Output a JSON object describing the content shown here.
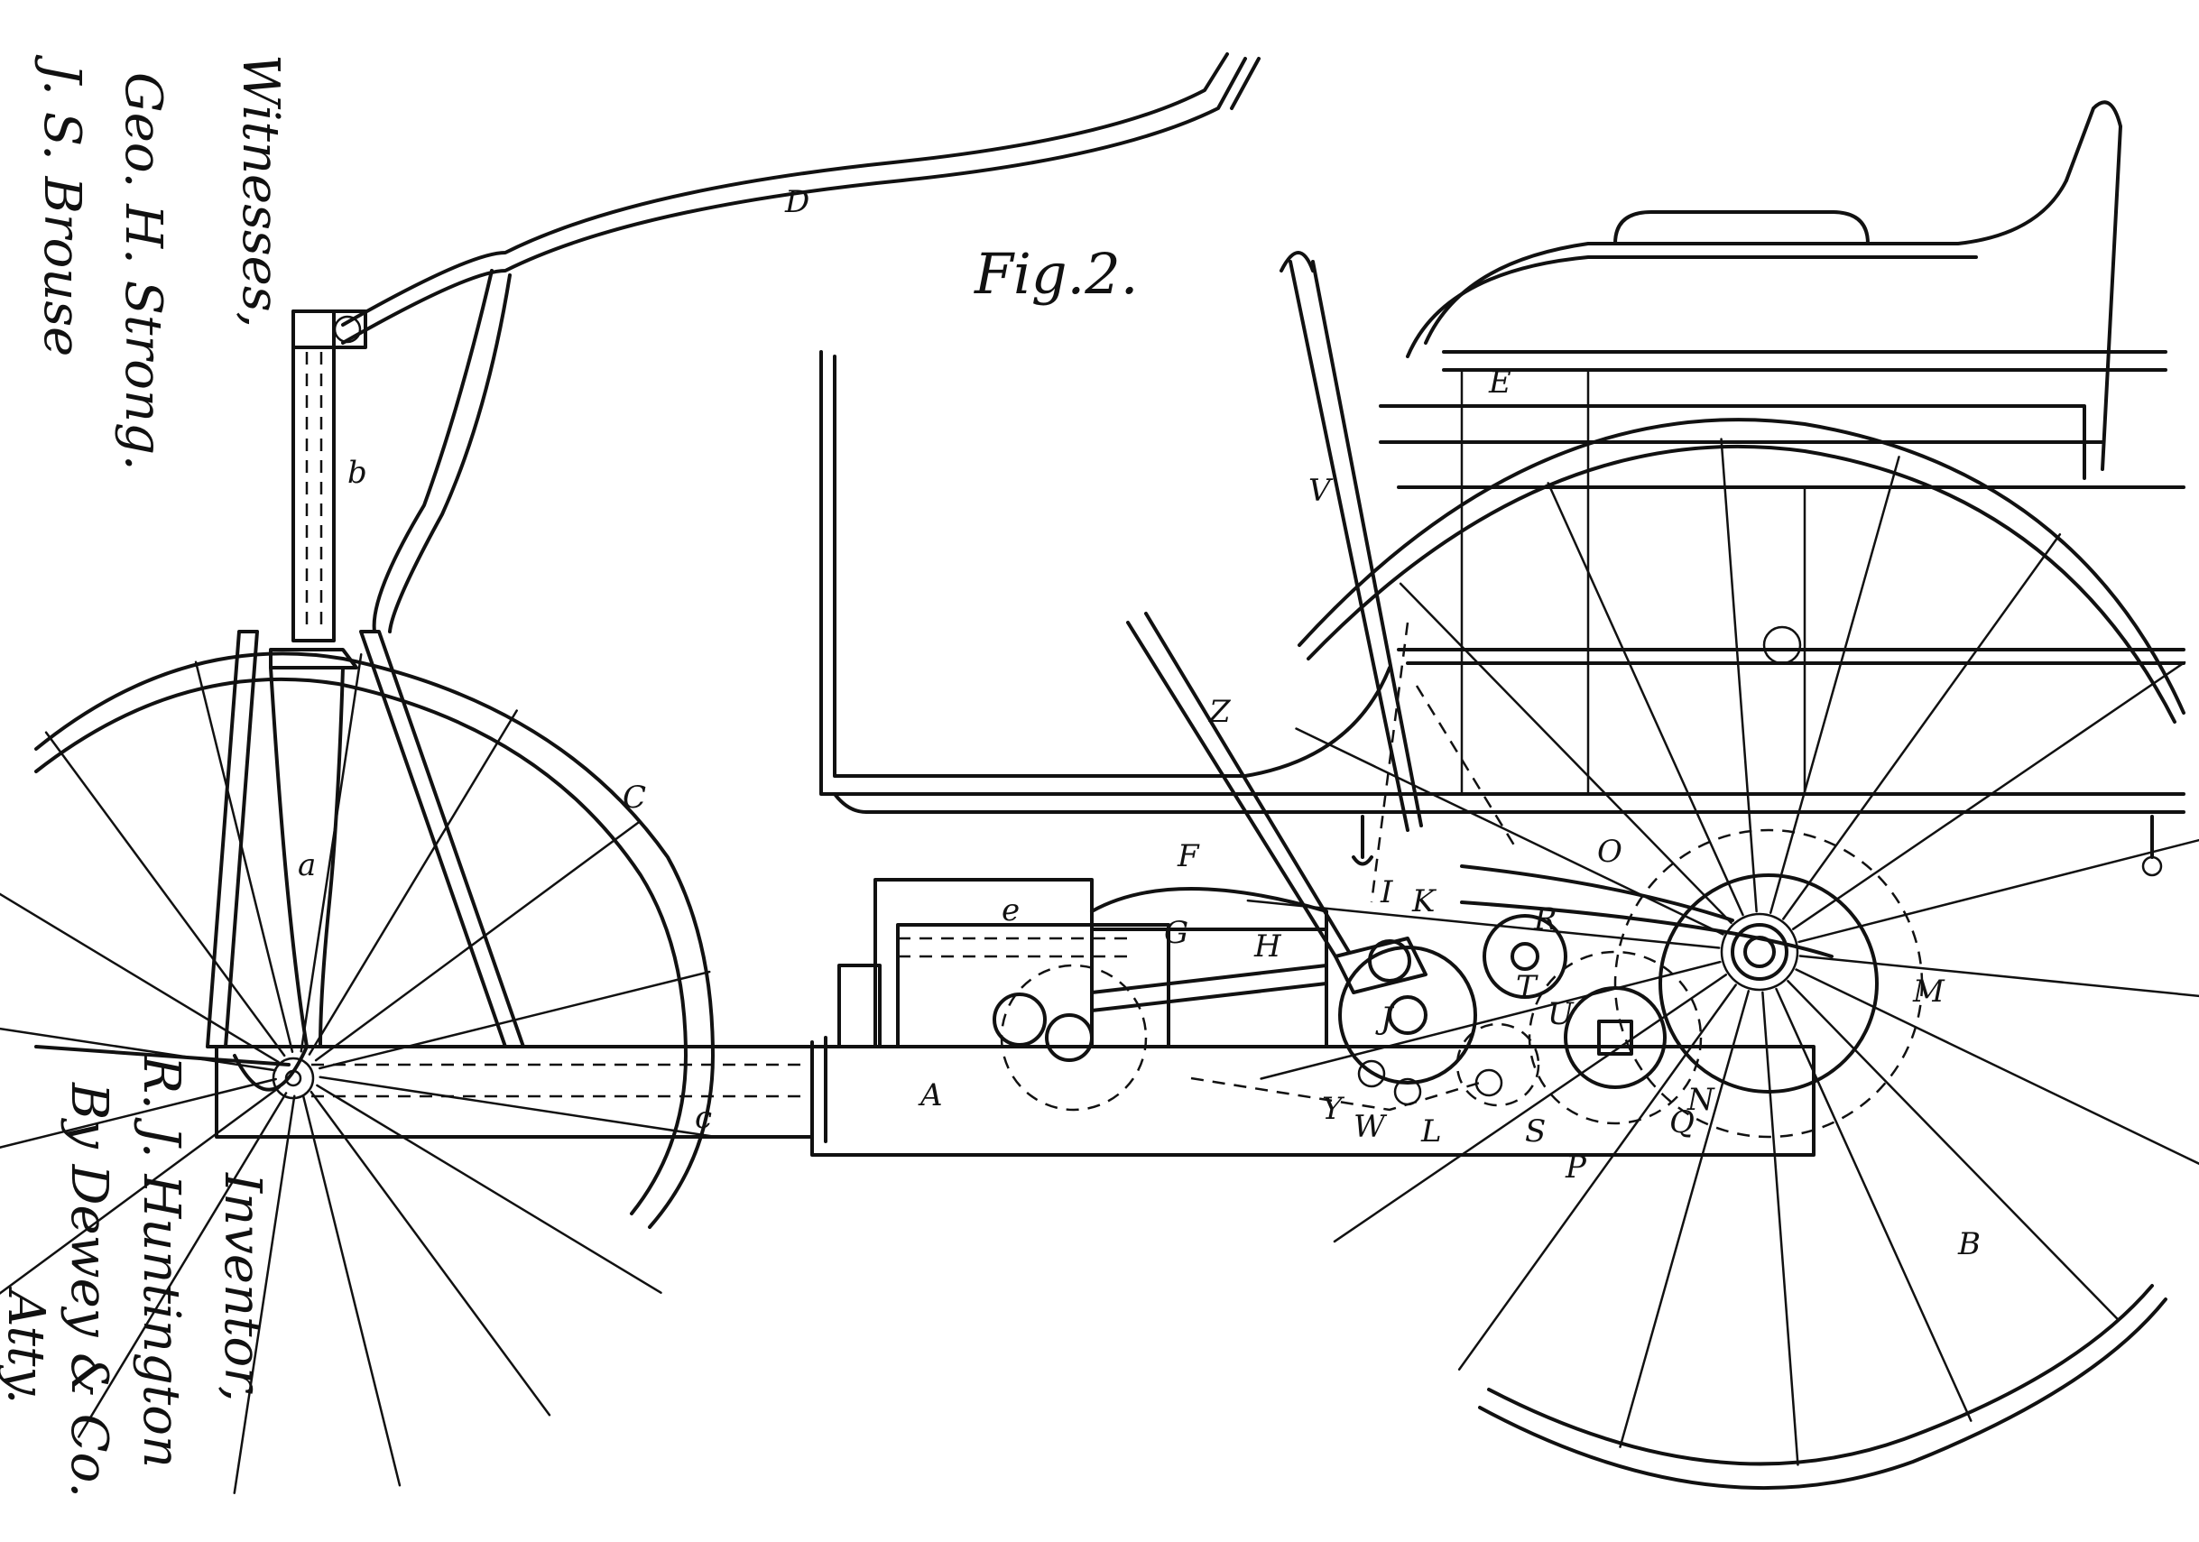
{
  "figure": {
    "title": "Fig.2."
  },
  "signatures": {
    "witnesses_heading": "Witnesses,",
    "witness_1": "Geo. H. Strong.",
    "witness_2": "J. S. Brouse",
    "inventor_heading": "Inventor,",
    "inventor_name": "R. J. Huntington",
    "attorney_by": "By Dewey & Co.",
    "attorney_suffix": "Atty."
  },
  "labels": {
    "A": "A",
    "B": "B",
    "C": "C",
    "D": "D",
    "E": "E",
    "F": "F",
    "G": "G",
    "H": "H",
    "I": "I",
    "J": "J",
    "K": "K",
    "L": "L",
    "M": "M",
    "N": "N",
    "O": "O",
    "P": "P",
    "Q": "Q",
    "R": "R",
    "S": "S",
    "T": "T",
    "U": "U",
    "V": "V",
    "W": "W",
    "Y": "Y",
    "Z": "Z",
    "a": "a",
    "b": "b",
    "c": "c",
    "e": "e"
  },
  "colors": {
    "ink": "#111111",
    "paper": "#ffffff"
  }
}
